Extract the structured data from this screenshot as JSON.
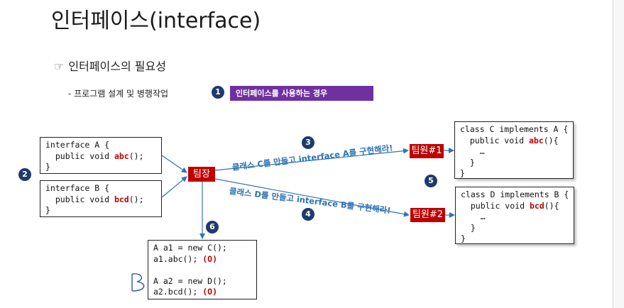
{
  "title": "인터페이스(interface)",
  "bullet": {
    "icon": "☞",
    "text": "인터페이스의 필요성"
  },
  "sub": "- 프로그램 설계 및 병행작업",
  "badges": {
    "b1": "1",
    "b2": "2",
    "b3": "3",
    "b4": "4",
    "b5": "5",
    "b6": "6"
  },
  "highlight_label": "인터페이스를 사용하는 경우",
  "box_a": {
    "line1": "interface A {",
    "line2_prefix": "  public void ",
    "method": "abc",
    "line2_suffix": "();",
    "line3": "}"
  },
  "box_b": {
    "line1": "interface B {",
    "line2_prefix": "  public void ",
    "method": "bcd",
    "line2_suffix": "();",
    "line3": "}"
  },
  "leader": "팀장",
  "member1": "팀원#1",
  "member2": "팀원#2",
  "label_c": "클래스 C를 만들고 interface A를 구현해라!",
  "label_d": "클래스 D를 만들고 interface B를 구현해라!",
  "box_c": {
    "line1": "class C implements A {",
    "line2_prefix": "  public void ",
    "method": "abc",
    "line2_suffix": "(){",
    "line3": "    …",
    "line4": "  }",
    "line5": "}"
  },
  "box_d": {
    "line1": "class D implements B {",
    "line2_prefix": "  public void ",
    "method": "bcd",
    "line2_suffix": "(){",
    "line3": "    …",
    "line4": "  }",
    "line5": "}"
  },
  "box_main": {
    "line1": "A a1 = new C();",
    "line2_prefix": "a1.abc(); ",
    "result1": "(O)",
    "line4": "A a2 = new D();",
    "line5_prefix": "a2.bcd(); ",
    "result2": "(O)"
  },
  "colors": {
    "badge": "#1e3a6e",
    "highlight": "#7030a0",
    "tag": "#c00000",
    "arrow": "#2e74b5",
    "code_highlight": "#c00000",
    "ink": "#1f4aa8"
  }
}
